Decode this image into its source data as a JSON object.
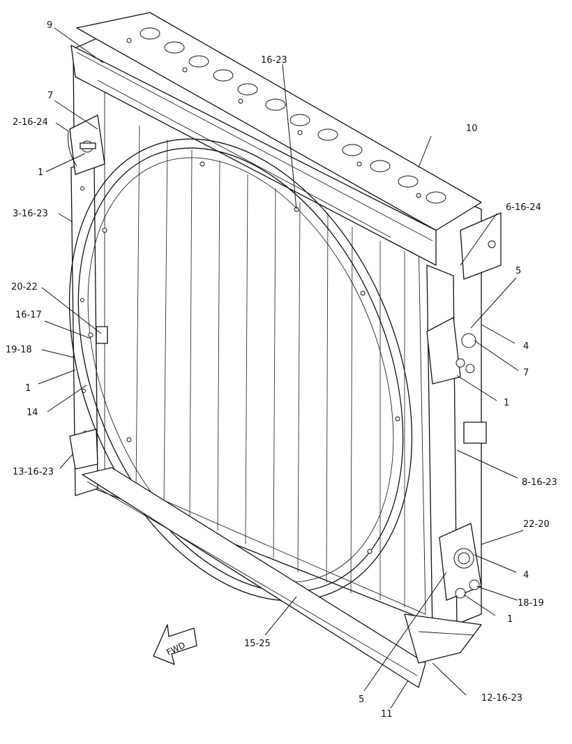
{
  "callouts": [
    {
      "id": "c-9",
      "text": "9"
    },
    {
      "id": "c-16-23-top",
      "text": "16-23"
    },
    {
      "id": "c-7-left",
      "text": "7"
    },
    {
      "id": "c-2-16-24",
      "text": "2-16-24"
    },
    {
      "id": "c-10",
      "text": "10"
    },
    {
      "id": "c-1-left-top",
      "text": "1"
    },
    {
      "id": "c-3-16-23",
      "text": "3-16-23"
    },
    {
      "id": "c-6-16-24",
      "text": "6-16-24"
    },
    {
      "id": "c-5-right",
      "text": "5"
    },
    {
      "id": "c-20-22",
      "text": "20-22"
    },
    {
      "id": "c-16-17",
      "text": "16-17"
    },
    {
      "id": "c-4-right-top",
      "text": "4"
    },
    {
      "id": "c-19-18",
      "text": "19-18"
    },
    {
      "id": "c-7-right",
      "text": "7"
    },
    {
      "id": "c-1-left-mid",
      "text": "1"
    },
    {
      "id": "c-1-right-mid",
      "text": "1"
    },
    {
      "id": "c-14",
      "text": "14"
    },
    {
      "id": "c-13-16-23",
      "text": "13-16-23"
    },
    {
      "id": "c-8-16-23",
      "text": "8-16-23"
    },
    {
      "id": "c-22-20",
      "text": "22-20"
    },
    {
      "id": "c-4-right-bottom",
      "text": "4"
    },
    {
      "id": "c-18-19",
      "text": "18-19"
    },
    {
      "id": "c-1-right-bottom",
      "text": "1"
    },
    {
      "id": "c-15-25",
      "text": "15-25"
    },
    {
      "id": "c-12-16-23",
      "text": "12-16-23"
    },
    {
      "id": "c-5-bottom",
      "text": "5"
    },
    {
      "id": "c-11",
      "text": "11"
    }
  ],
  "fwd_label": "FWD"
}
